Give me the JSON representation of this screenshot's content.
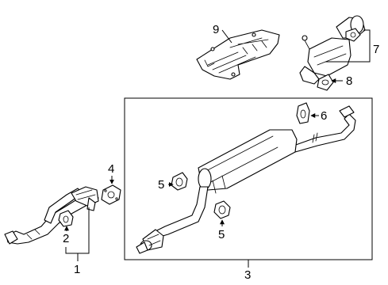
{
  "callouts": {
    "c1": "1",
    "c2": "2",
    "c3": "3",
    "c4": "4",
    "c5a": "5",
    "c5b": "5",
    "c6": "6",
    "c7": "7",
    "c8": "8",
    "c9": "9"
  }
}
